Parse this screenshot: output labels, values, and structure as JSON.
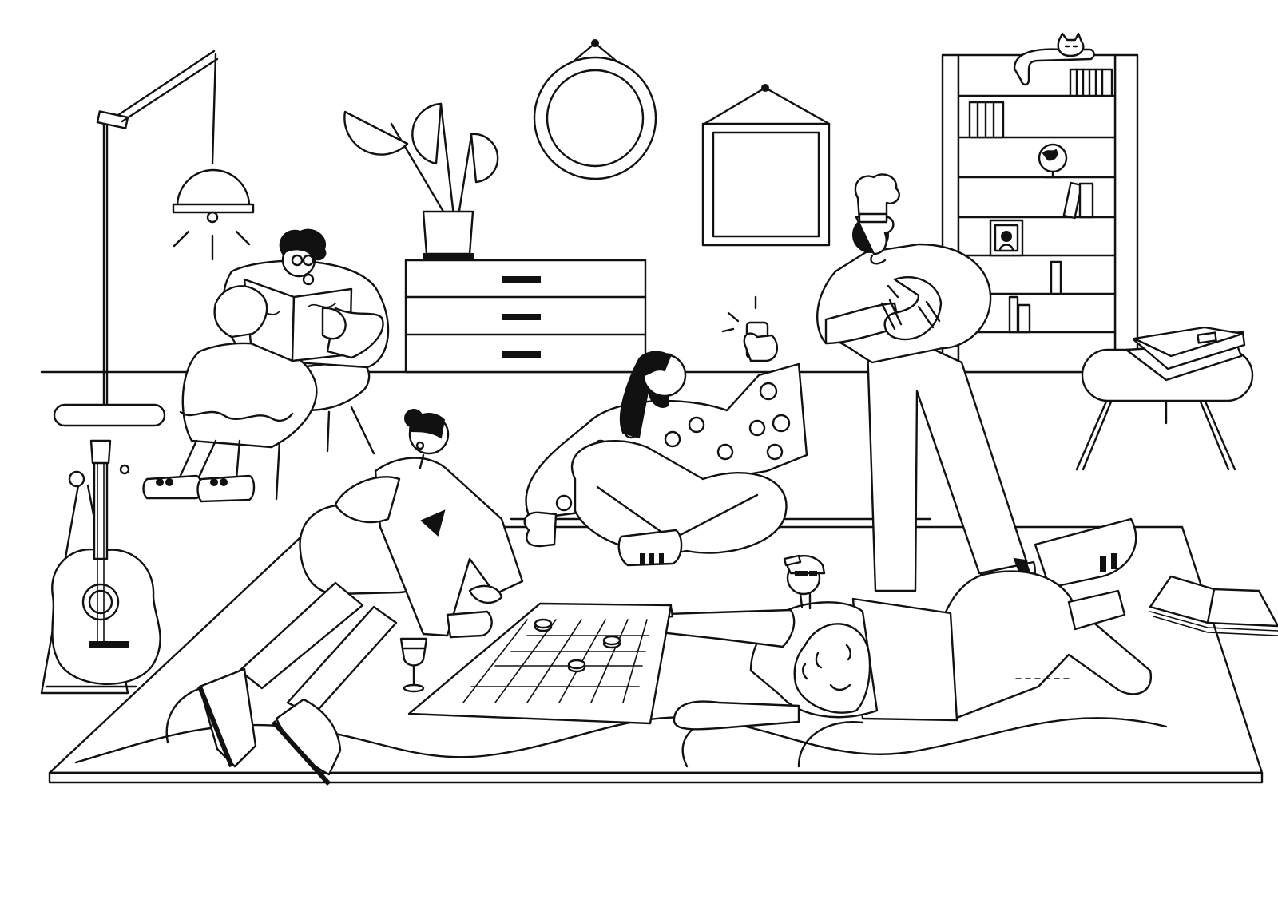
{
  "scene": {
    "style": "black-line illustration",
    "colors": {
      "ink": "#111111",
      "paper": "#ffffff"
    },
    "objects": [
      "floor-lamp",
      "ceiling-lamp",
      "round-mirror",
      "framed-picture",
      "potted-plant",
      "dresser",
      "bookshelf",
      "cat",
      "globe",
      "portrait-frame",
      "stool",
      "stacked-books",
      "guitar",
      "board-game",
      "wine-glass",
      "open-book",
      "rug"
    ],
    "people": [
      "reading-person-in-chair",
      "person-with-phone",
      "chef-standing",
      "woman-sitting-on-rug",
      "man-lying-with-cap"
    ]
  }
}
